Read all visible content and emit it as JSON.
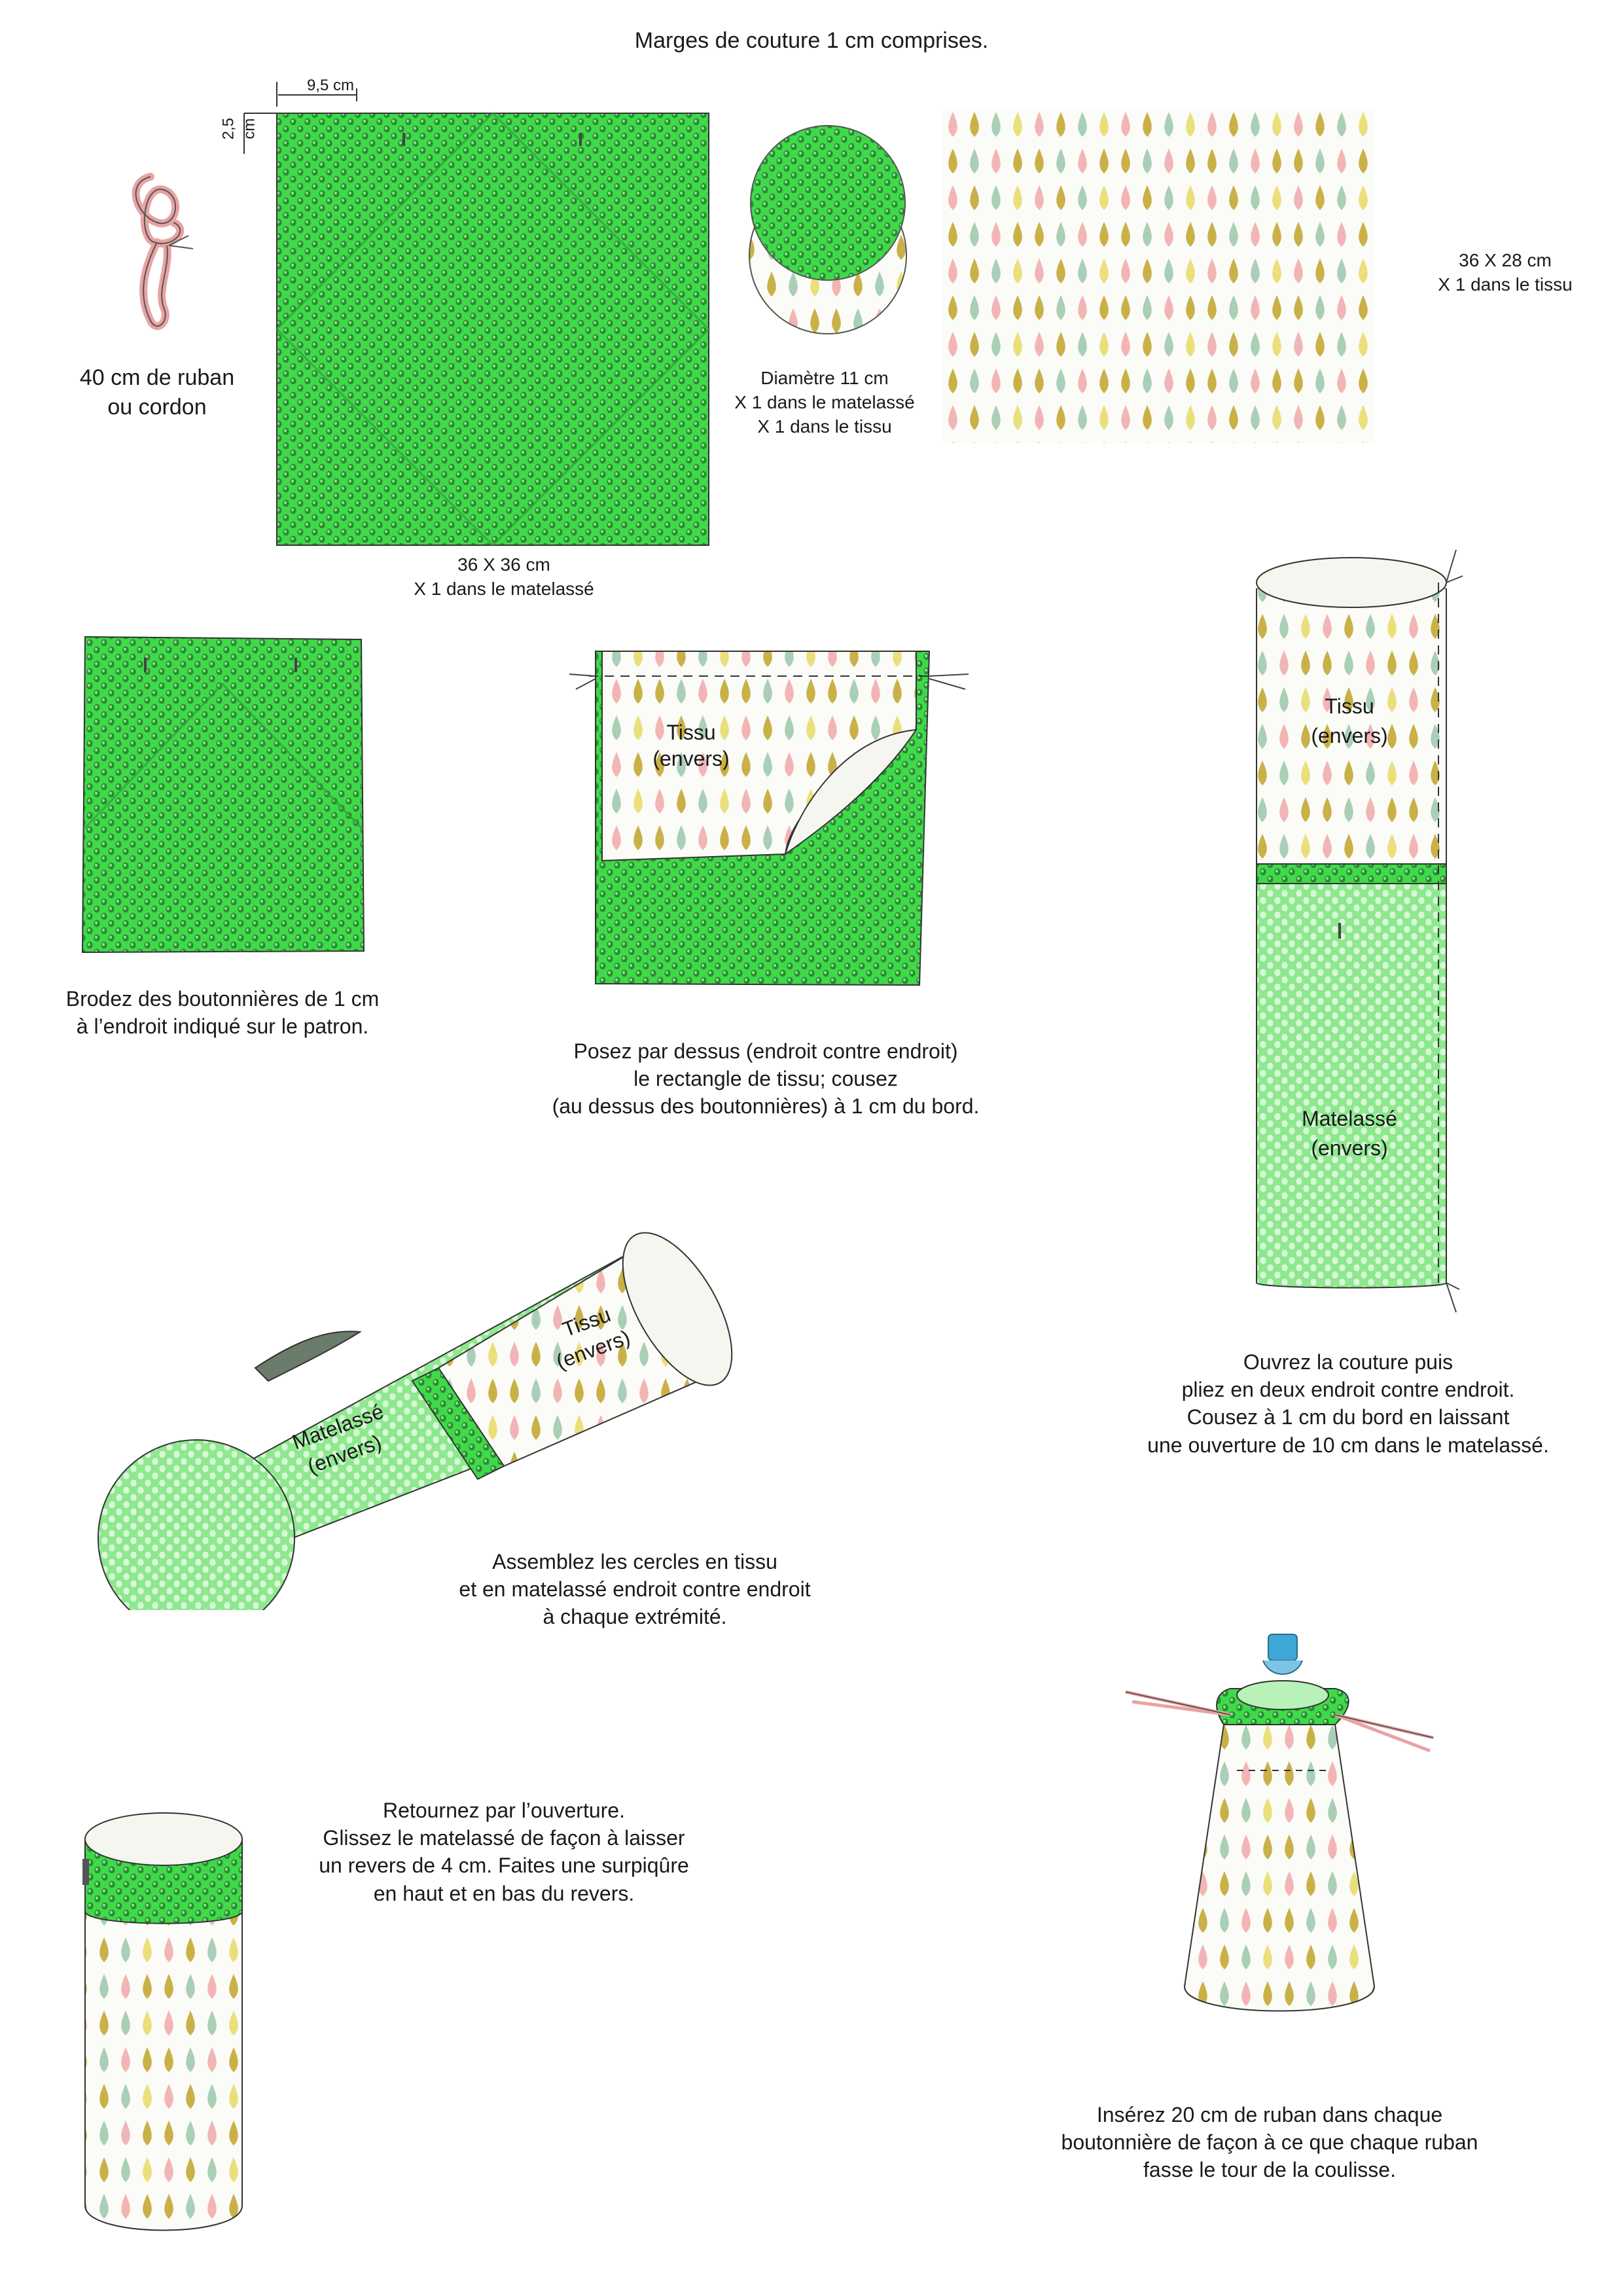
{
  "header": {
    "note": "Marges de couture 1 cm comprises."
  },
  "materials": {
    "ribbon_caption": "40 cm de ruban\nou cordon",
    "quilted_square": {
      "dim_width": "9,5 cm",
      "dim_height": "2,5 cm",
      "caption": "36 X 36 cm\nX 1 dans le matelassé"
    },
    "circle": {
      "caption": "Diamètre 11 cm\nX 1 dans le matelassé\nX 1 dans le tissu"
    },
    "fabric_rect": {
      "caption": "36 X 28 cm\nX 1 dans le tissu"
    }
  },
  "steps": [
    {
      "text": "Brodez des boutonnières de 1 cm\nà l’endroit indiqué sur le patron."
    },
    {
      "text": "Posez par dessus (endroit contre endroit)\nle rectangle de tissu; cousez\n(au dessus des boutonnières) à 1 cm du bord.",
      "labels": [
        "Tissu",
        "(envers)"
      ]
    },
    {
      "text": "Ouvrez la couture puis\npliez en deux endroit contre endroit.\nCousez à 1 cm du bord en laissant\nune ouverture de 10  cm dans le matelassé.",
      "labels": [
        "Tissu",
        "(envers)",
        "Matelassé",
        "(envers)"
      ]
    },
    {
      "text": "Assemblez les cercles en tissu\net en matelassé endroit contre endroit\nà chaque extrémité.",
      "labels": [
        "Tissu",
        "(envers)",
        "Matelassé",
        "(envers)"
      ]
    },
    {
      "text": "Retournez par l’ouverture.\nGlissez le matelassé de façon à laisser\nun revers de 4 cm. Faites une surpiqûre\nen haut et en bas du revers."
    },
    {
      "text": "Insérez 20 cm de ruban dans chaque\nboutonnière de façon à ce que chaque ruban\nfasse le tour de la coulisse."
    }
  ],
  "colors": {
    "quilt_green": "#3fd94a",
    "quilt_light": "#b8f2b8",
    "drop_pink": "#f2b5b5",
    "drop_olive": "#c9b148",
    "drop_sage": "#a9cfb6",
    "drop_yellow": "#eadf7a",
    "cap_blue": "#3fa7d6",
    "ribbon_pink": "#e8a3a3",
    "outline": "#444444"
  }
}
